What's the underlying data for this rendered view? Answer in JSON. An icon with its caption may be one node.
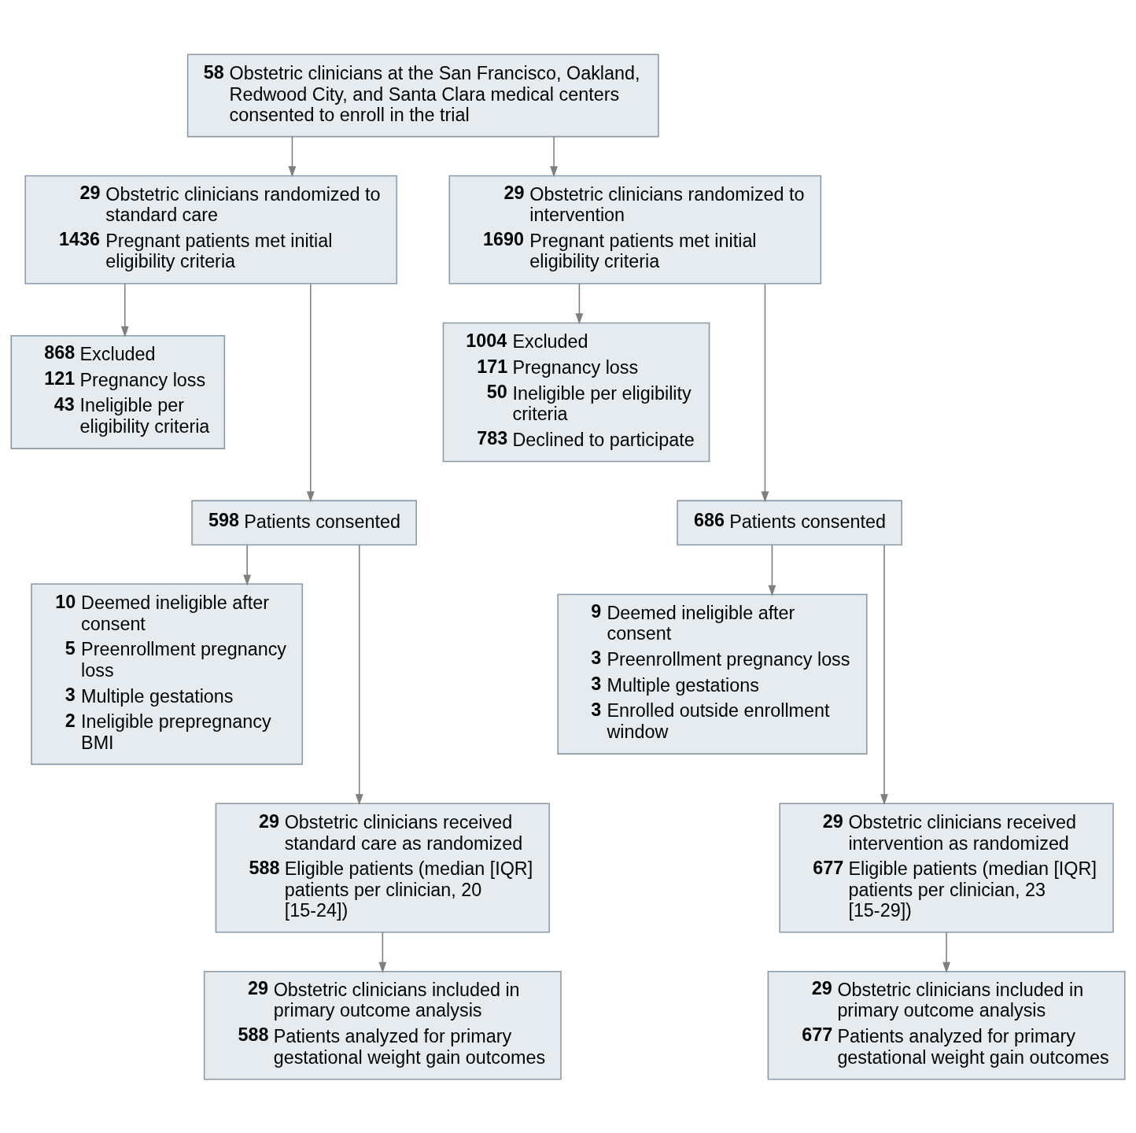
{
  "diagram": {
    "nodes": [
      {
        "text": [
          "58 Obstetric clinicians at the San Francisco, Oakland, Redwood City, and Santa Clara medical centers consented to enroll in the trial"
        ]
      },
      {
        "text": [
          "29 Obstetric clinicians randomized to standard care",
          "1436 Pregnant patients met initial eligibility criteria"
        ]
      },
      {
        "text": [
          "29 Obstetric clinicians randomized to intervention",
          "1690 Pregnant patients met initial eligibility criteria"
        ]
      },
      {
        "text": [
          "868 Excluded",
          "121 Pregnancy loss",
          "43 Ineligible per eligibility criteria"
        ]
      },
      {
        "text": [
          "1004 Excluded",
          "171 Pregnancy loss",
          "50 Ineligible per eligibility criteria",
          "783 Declined to participate"
        ]
      },
      {
        "text": [
          "598 Patients consented"
        ]
      },
      {
        "text": [
          "686 Patients consented"
        ]
      },
      {
        "text": [
          "10 Deemed ineligible after consent",
          "5 Preenrollment pregnancy loss",
          "3 Multiple gestations",
          "2 Ineligible prepregnancy BMI"
        ]
      },
      {
        "text": [
          "9 Deemed ineligible after consent",
          "3 Preenrollment pregnancy loss",
          "3 Multiple gestations",
          "3 Enrolled outside enrollment window"
        ]
      },
      {
        "text": [
          "29 Obstetric clinicians received standard care as randomized",
          "588 Eligible patients (median [IQR] patients per clinician, 20 [15-24])"
        ]
      },
      {
        "text": [
          "29 Obstetric clinicians received intervention as randomized",
          "677 Eligible patients (median [IQR] patients per clinician, 23 [15-29])"
        ]
      },
      {
        "text": [
          "29 Obstetric clinicians included in primary outcome analysis",
          "588 Patients analyzed for primary gestational weight gain outcomes"
        ]
      },
      {
        "text": [
          "29 Obstetric clinicians included in primary outcome analysis",
          "677 Patients analyzed for primary gestational weight gain outcomes"
        ]
      }
    ],
    "edges": [
      {
        "from": 0,
        "to": 1,
        "arrow": "to"
      },
      {
        "from": 0,
        "to": 2,
        "arrow": "to"
      },
      {
        "from": 1,
        "to": 3,
        "arrow": "to"
      },
      {
        "from": 1,
        "to": 5,
        "arrow": "to"
      },
      {
        "from": 2,
        "to": 4,
        "arrow": "to"
      },
      {
        "from": 2,
        "to": 6,
        "arrow": "to"
      },
      {
        "from": 5,
        "to": 7,
        "arrow": "to"
      },
      {
        "from": 5,
        "to": 9,
        "arrow": "to"
      },
      {
        "from": 6,
        "to": 8,
        "arrow": "to"
      },
      {
        "from": 6,
        "to": 10,
        "arrow": "to"
      },
      {
        "from": 9,
        "to": 11,
        "arrow": "to"
      },
      {
        "from": 10,
        "to": 12,
        "arrow": "to"
      }
    ]
  }
}
